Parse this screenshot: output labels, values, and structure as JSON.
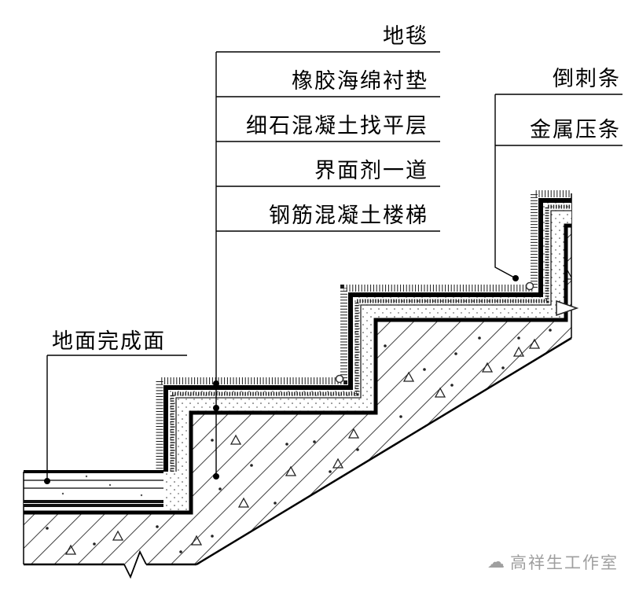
{
  "labels": {
    "carpet": "地毯",
    "cushion": "橡胶海绵衬垫",
    "leveling": "细石混凝土找平层",
    "interface": "界面剂一道",
    "structure": "钢筋混凝土楼梯",
    "tack_strip": "倒刺条",
    "metal_strip": "金属压条",
    "floor_finish": "地面完成面"
  },
  "watermark": {
    "logo_glyph": "☁",
    "studio_name": "高祥生工作室"
  },
  "colors": {
    "line": "#000000",
    "hatch": "#3f3f3f",
    "watermark_gray": "#9f9f9f"
  }
}
